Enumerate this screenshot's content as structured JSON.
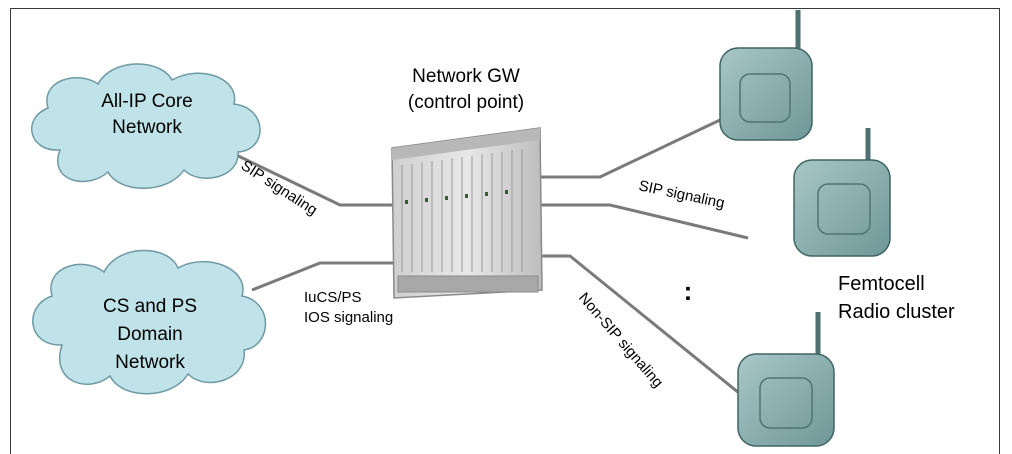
{
  "clouds": [
    {
      "line1": "All-IP Core",
      "line2": "Network",
      "line3": ""
    },
    {
      "line1": "CS and PS",
      "line2": "Domain",
      "line3": "Network"
    }
  ],
  "gateway": {
    "line1": "Network GW",
    "line2": "(control point)"
  },
  "links": {
    "sip_left": "SIP signaling",
    "iucs_line1": "IuCS/PS",
    "iucs_line2": "IOS signaling",
    "sip_right": "SIP signaling",
    "non_sip": "Non-SIP signaling"
  },
  "ellipsis": ":",
  "femtocell": {
    "line1": "Femtocell",
    "line2": "Radio cluster"
  },
  "colors": {
    "cloud_fill": "#bfe3e8",
    "cloud_stroke": "#6f9aa3",
    "device_fill": "#8fb4b4",
    "device_stroke": "#3f6464",
    "line": "#7a7a7a",
    "chassis": "#d4d4d4"
  }
}
